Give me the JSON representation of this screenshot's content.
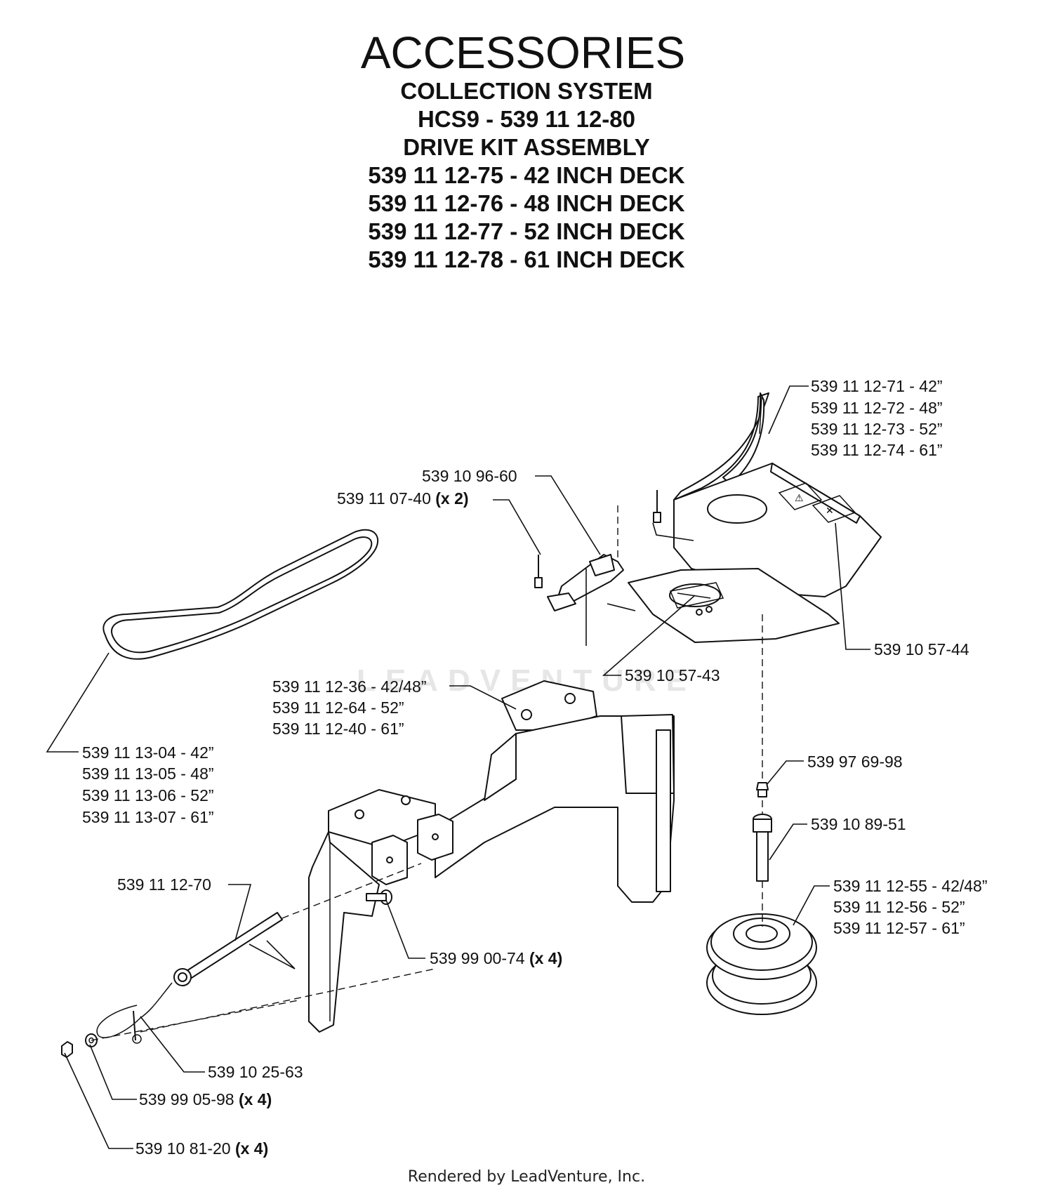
{
  "header": {
    "title": "ACCESSORIES",
    "lines": [
      "COLLECTION SYSTEM",
      "HCS9 - 539 11 12-80",
      "DRIVE KIT ASSEMBLY",
      "539 11 12-75 - 42 INCH DECK",
      "539 11 12-76 - 48 INCH DECK",
      "539 11 12-77 - 52 INCH DECK",
      "539 11 12-78 - 61 INCH DECK"
    ]
  },
  "watermark": "LEADVENTURE",
  "callouts": {
    "shield": [
      "539 11 12-71 - 42”",
      "539 11 12-72 - 48”",
      "539 11 12-73 - 52”",
      "539 11 12-74 - 61”"
    ],
    "latch": "539 10 96-60",
    "pin": {
      "text": "539 11 07-40",
      "qty": "(x 2)"
    },
    "decal_a": "539 10 57-44",
    "decal_b": "539 10 57-43",
    "belt": [
      "539 11 13-04 - 42”",
      "539 11 13-05 - 48”",
      "539 11 13-06 - 52”",
      "539 11 13-07 - 61”"
    ],
    "bracket": [
      "539 11 12-36 - 42/48”",
      "539 11 12-64 - 52”",
      "539 11 12-40 - 61”"
    ],
    "fitting": "539 97 69-98",
    "shaft": "539 10 89-51",
    "pulley": [
      "539 11 12-55 - 42/48”",
      "539 11 12-56 - 52”",
      "539 11 12-57 - 61”"
    ],
    "rod": "539 11 12-70",
    "bolt": {
      "text": "539 99 00-74",
      "qty": "(x 4)"
    },
    "lanyard": "539 10 25-63",
    "washer": {
      "text": "539 99 05-98",
      "qty": "(x 4)"
    },
    "nut": {
      "text": "539 10 81-20",
      "qty": "(x 4)"
    }
  },
  "footer": "Rendered by LeadVenture, Inc."
}
